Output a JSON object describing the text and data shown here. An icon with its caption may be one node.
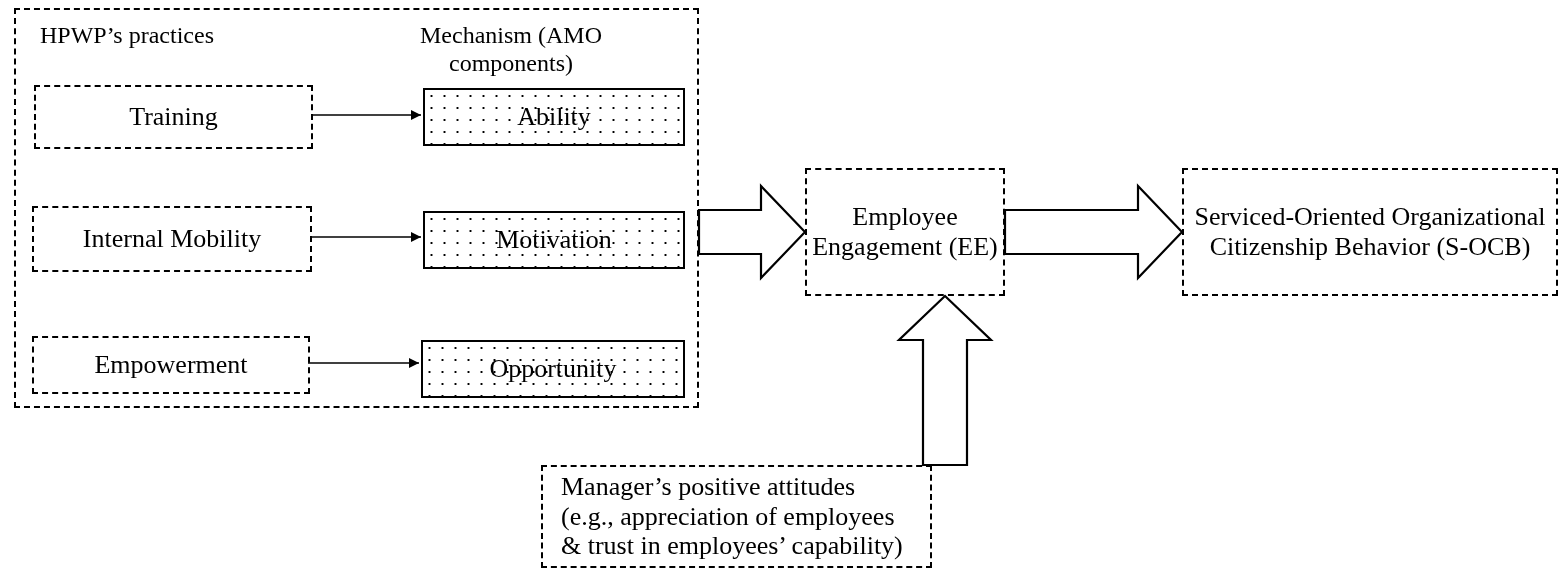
{
  "diagram": {
    "nodes": [
      {
        "text": [
          "HPWP’s practices",
          "Mechanism (AMO components)"
        ]
      },
      {
        "text": [
          "Training"
        ],
        "in": 0
      },
      {
        "text": [
          "Ability"
        ],
        "in": 0
      },
      {
        "text": [
          "Internal Mobility"
        ],
        "in": 0
      },
      {
        "text": [
          "Motivation"
        ],
        "in": 0
      },
      {
        "text": [
          "Empowerment"
        ],
        "in": 0
      },
      {
        "text": [
          "Opportunity"
        ],
        "in": 0
      },
      {
        "text": [
          "Employee Engagement (EE)"
        ]
      },
      {
        "text": [
          "Serviced-Oriented Organizational Citizenship Behavior (S-OCB)"
        ]
      },
      {
        "text": [
          "Manager’s positive attitudes (e.g., appreciation of employees & trust in employees’ capability)"
        ]
      }
    ],
    "edges": [
      {
        "from": 1,
        "to": 2,
        "arrow": "to"
      },
      {
        "from": 3,
        "to": 4,
        "arrow": "to"
      },
      {
        "from": 5,
        "to": 6,
        "arrow": "to"
      },
      {
        "from": 0,
        "to": 7,
        "arrow": "to",
        "style": "thick"
      },
      {
        "from": 7,
        "to": 8,
        "arrow": "to",
        "style": "thick"
      },
      {
        "from": 9,
        "to": 7,
        "arrow": "to",
        "style": "thick"
      }
    ]
  }
}
